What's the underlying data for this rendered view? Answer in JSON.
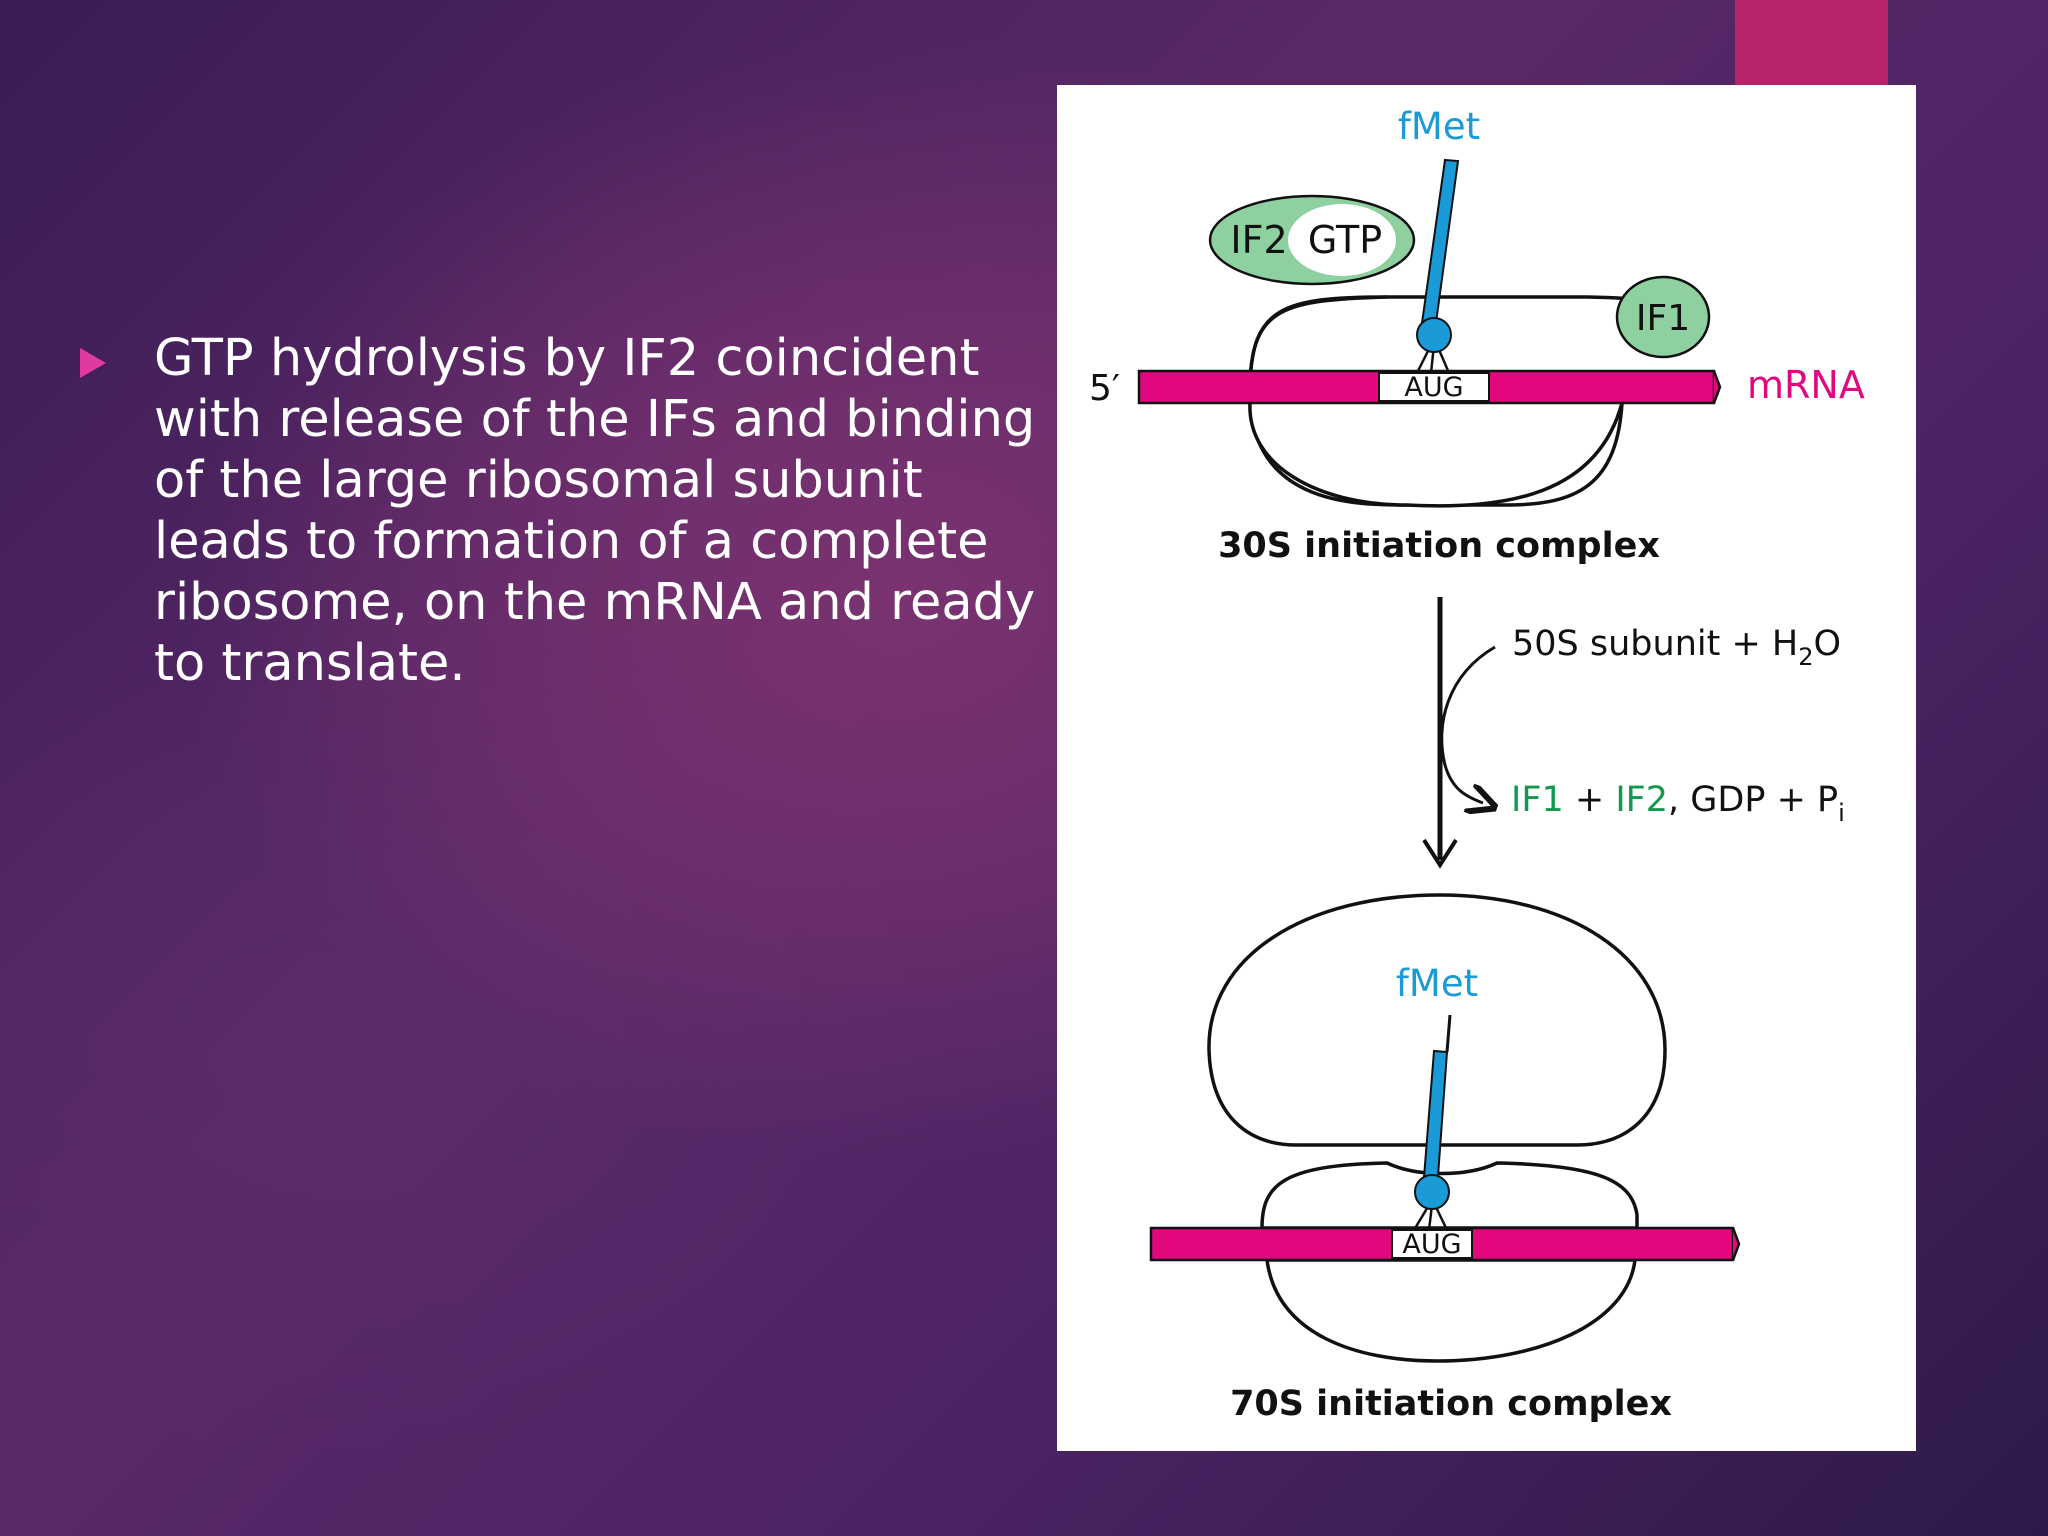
{
  "slide": {
    "bullet": "GTP hydrolysis by IF2 coincident\nwith release of the IFs and binding\nof the large ribosomal subunit\nleads to formation of a complete\nribosome, on the mRNA and ready\nto translate."
  },
  "diagram": {
    "top": {
      "fmet_label": "fMet",
      "if2_label": "IF2",
      "gtp_label": "GTP",
      "if1_label": "IF1",
      "five_prime_label": "5′",
      "codon_label": "AUG",
      "mrna_label": "mRNA",
      "caption": "30S initiation complex"
    },
    "reaction": {
      "input_prefix": "50S subunit + H",
      "input_sub": "2",
      "input_suffix": "O",
      "output_if1": "IF1",
      "output_plus1": " + ",
      "output_if2": "IF2",
      "output_rest": ", GDP + P",
      "output_sub": "i"
    },
    "bottom": {
      "fmet_label": "fMet",
      "codon_label": "AUG",
      "caption": "70S initiation complex"
    },
    "colors": {
      "mrna": "#e0077f",
      "trna": "#1a9ad6",
      "factor_fill": "#8fd0a0",
      "factor_text_green": "#119a4e",
      "accent_tab": "#b7246a",
      "bullet_marker": "#e03aa0"
    }
  }
}
